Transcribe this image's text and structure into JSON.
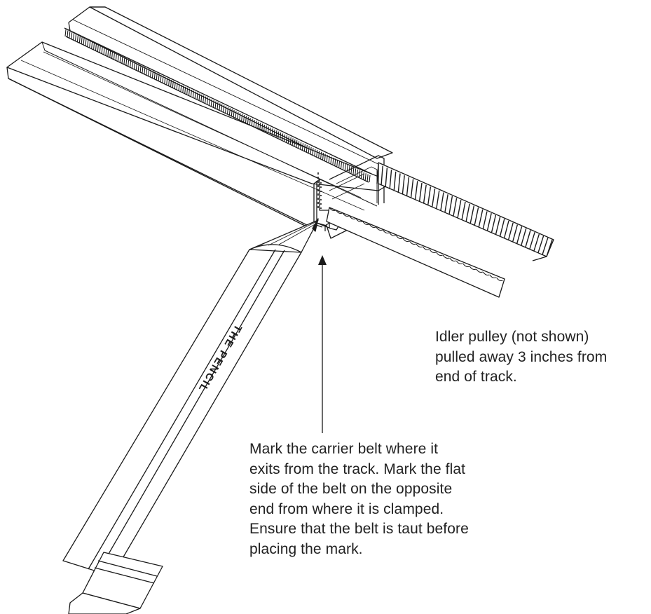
{
  "illustration": {
    "pencil_label": "THE PENCIL",
    "stroke_color": "#1a1a1a",
    "background_color": "#ffffff"
  },
  "callouts": {
    "idler": {
      "lines": [
        "Idler pulley (not shown)",
        "pulled away 3 inches from",
        "end of track."
      ]
    },
    "mark": {
      "lines": [
        "Mark the carrier belt where it",
        "exits from the track. Mark the flat",
        "side of the belt on the opposite",
        "end from where it is clamped.",
        "Ensure that the belt is taut before",
        "placing the mark."
      ]
    }
  }
}
